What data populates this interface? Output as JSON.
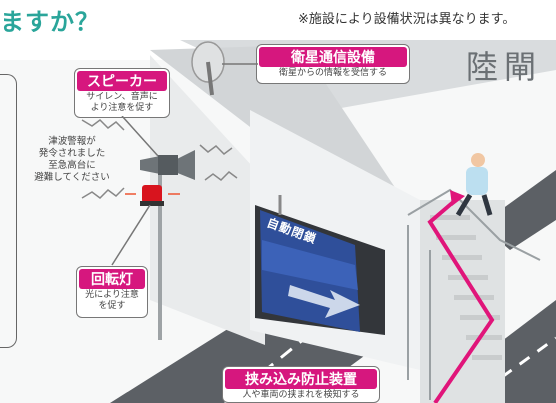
{
  "heading": "ますか？",
  "note": "※施設により設備状況は異なります。",
  "place_label": "陸閘",
  "gate_text": "自動閉鎖",
  "announcement": [
    "津波警報が",
    "発令されました",
    "至急高台に",
    "避難してください"
  ],
  "callouts": {
    "satellite": {
      "title": "衛星通信設備",
      "desc": "衛星からの情報を受信する"
    },
    "speaker": {
      "title": "スピーカー",
      "desc": [
        "サイレン、音声に",
        "より注意を促す"
      ]
    },
    "rotating_light": {
      "title": "回転灯",
      "desc": [
        "光により注意",
        "を促す"
      ]
    },
    "anti_pinch": {
      "title": "挟み込み防止装置",
      "desc": "人や車両の挟まれを検知する"
    }
  },
  "colors": {
    "heading": "#2aa59a",
    "callout_title_bg": "#d6177e",
    "wall": "#e4e7e8",
    "road": "#5c6065",
    "gate": "#2f4f9a",
    "arrow": "#e0157a"
  }
}
